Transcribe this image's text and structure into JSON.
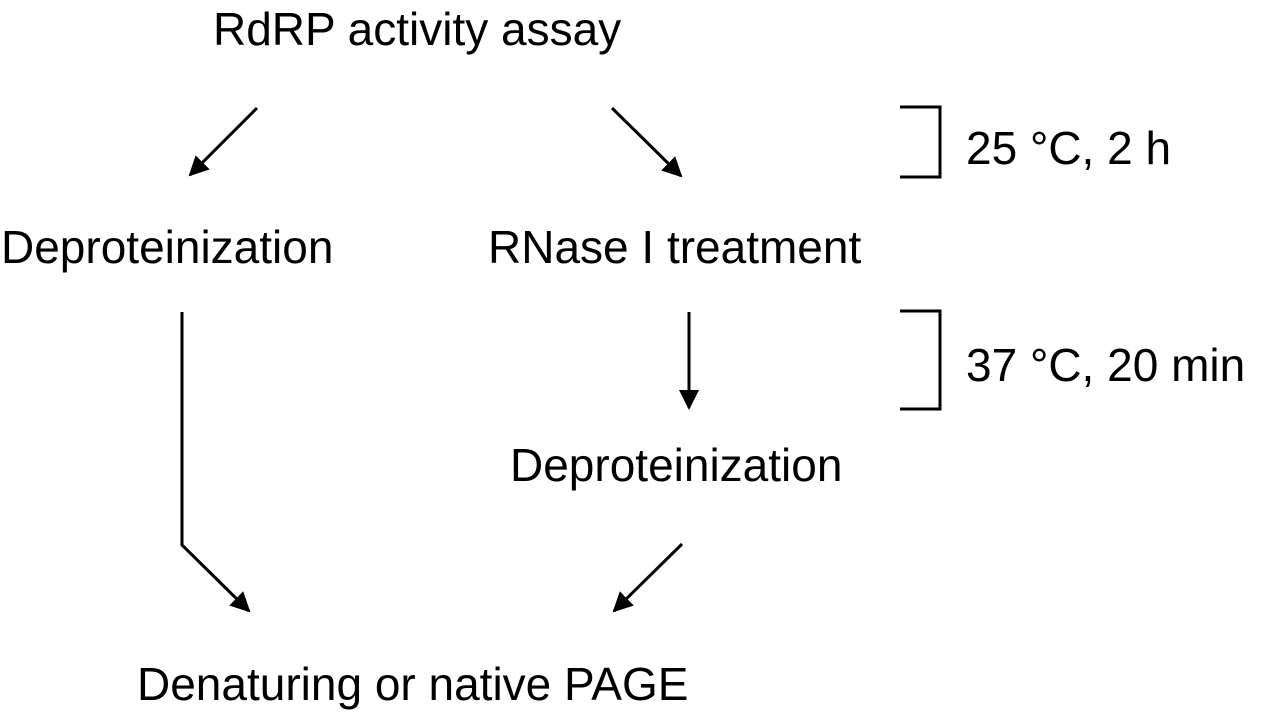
{
  "title": "RdRP activity assay",
  "nodes": {
    "deproteinization_left": "Deproteinization",
    "rnase_treatment": "RNase I treatment",
    "deproteinization_right": "Deproteinization",
    "final": "Denaturing or native PAGE"
  },
  "conditions": {
    "step1": "25 °C, 2 h",
    "step2": "37 °C, 20 min"
  },
  "colors": {
    "ink": "#000000",
    "background": "#ffffff"
  }
}
